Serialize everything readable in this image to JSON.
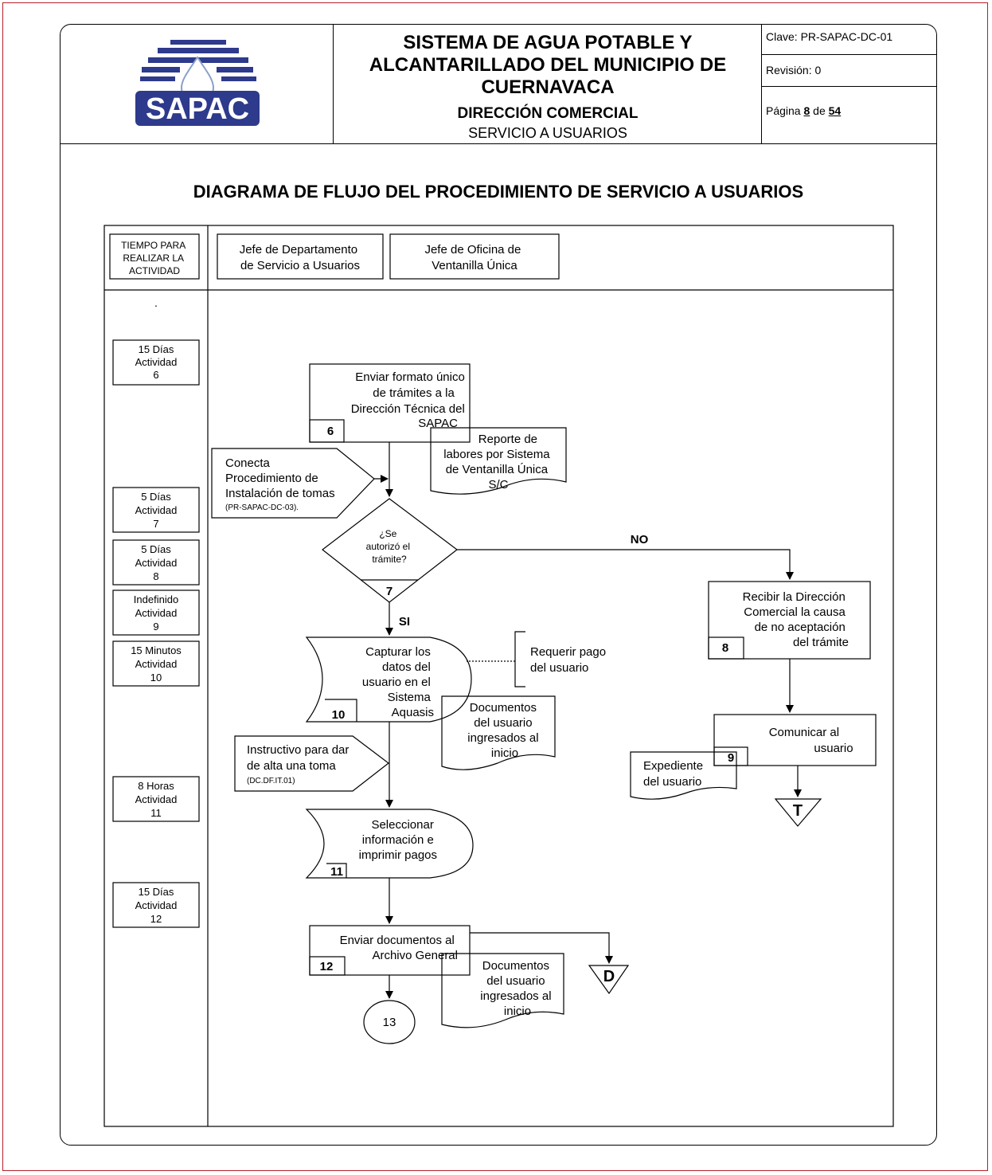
{
  "header": {
    "logo_text": "SAPAC",
    "title": "SISTEMA DE AGUA POTABLE Y ALCANTARILLADO DEL MUNICIPIO DE CUERNAVACA",
    "direction": "DIRECCIÓN COMERCIAL",
    "service": "SERVICIO A USUARIOS",
    "clave": "Clave: PR-SAPAC-DC-01",
    "revision": "Revisión: 0",
    "page_prefix": "Página ",
    "page_current": "8",
    "page_of": " de ",
    "page_total": "54"
  },
  "diagram": {
    "title": "DIAGRAMA DE FLUJO DEL PROCEDIMIENTO DE SERVICIO  A USUARIOS",
    "time_header": [
      "TIEMPO PARA",
      "REALIZAR LA",
      "ACTIVIDAD"
    ],
    "lane1": [
      "Jefe de Departamento",
      "de Servicio a Usuarios"
    ],
    "lane2": [
      "Jefe de Oficina de",
      "Ventanilla Única"
    ],
    "dot": ".",
    "times": [
      [
        "15 Días",
        "Actividad",
        "6"
      ],
      [
        "5 Días",
        "Actividad",
        "7"
      ],
      [
        "5 Días",
        "Actividad",
        "8"
      ],
      [
        "Indefinido",
        "Actividad",
        "9"
      ],
      [
        "15 Minutos",
        "Actividad",
        "10"
      ],
      [
        "8 Horas",
        "Actividad",
        "11"
      ],
      [
        "15 Días",
        "Actividad",
        "12"
      ]
    ],
    "act6": [
      "Enviar  formato único",
      "de trámites a la",
      "Dirección Técnica del",
      "SAPAC"
    ],
    "act6_num": "6",
    "doc6": [
      "Reporte de",
      "labores por Sistema",
      "de Ventanilla Única",
      "S/C"
    ],
    "connect1": [
      "Conecta",
      "Procedimiento de",
      "Instalación de tomas"
    ],
    "connect1_code": "(PR-SAPAC-DC-03).",
    "decision": [
      "¿Se",
      "autorizó el",
      "trámite?"
    ],
    "decision_num": "7",
    "no_label": "NO",
    "si_label": "SI",
    "act8": [
      "Recibir  la Dirección",
      "Comercial la causa",
      "de no aceptación",
      "del trámite"
    ],
    "act8_num": "8",
    "act10": [
      "Capturar  los",
      "datos del",
      "usuario en el",
      "Sistema",
      "Aquasis"
    ],
    "act10_num": "10",
    "note10": [
      "Requerir pago",
      "del usuario"
    ],
    "doc10": [
      "Documentos",
      "del usuario",
      "ingresados al",
      "inicio"
    ],
    "act9": [
      "Comunicar al",
      "usuario"
    ],
    "act9_num": "9",
    "doc9": [
      "Expediente",
      "del usuario"
    ],
    "term_t": "T",
    "connect2": [
      "Instructivo para dar",
      "de alta una toma"
    ],
    "connect2_code": "(DC.DF.IT.01)",
    "act11": [
      "Seleccionar",
      "información e",
      "imprimir pagos"
    ],
    "act11_num": "11",
    "act12": [
      "Enviar documentos al",
      "Archivo General"
    ],
    "act12_num": "12",
    "doc12": [
      "Documentos",
      "del usuario",
      "ingresados al",
      "inicio"
    ],
    "term_d": "D",
    "connector": "13"
  }
}
